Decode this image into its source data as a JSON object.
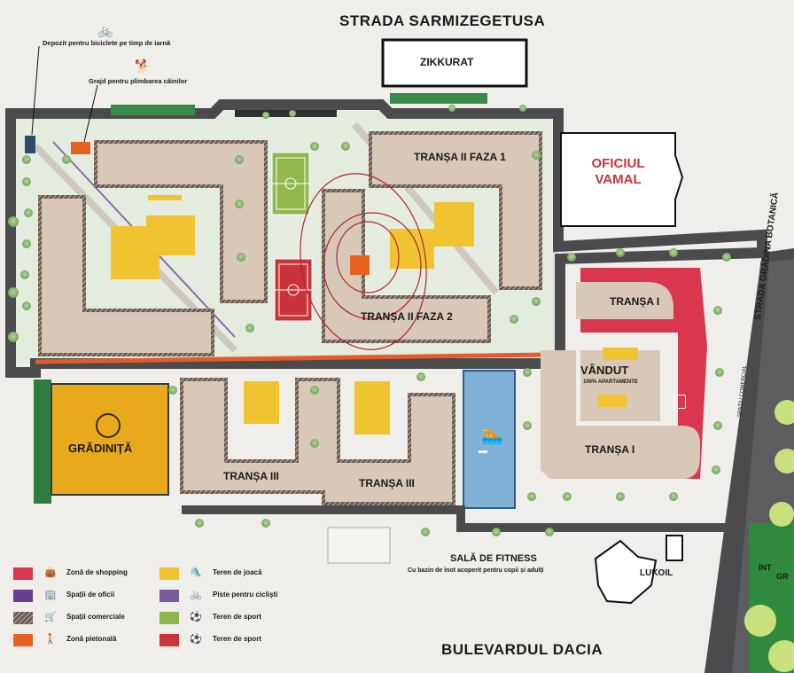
{
  "streets": {
    "north": "STRADA SARMIZEGETUSA",
    "south": "BULEVARDUL DACIA",
    "east": "STRADA GRĂDINA BOTANICĂ",
    "service": "SPAȚIU COMERCIAL"
  },
  "landmarks": {
    "zikkurat": "ZIKKURAT",
    "customs": "OFICIUL VAMAL",
    "kindergarten": "GRĂDINIȚĂ",
    "lukoil": "LUKOIL",
    "fitness_title": "SALĂ DE FITNESS",
    "fitness_sub": "Cu bazin de înot acoperit pentru copii și adulți",
    "partial_right": "INT",
    "partial_right2": "GR"
  },
  "annotations": {
    "bike_storage": "Depozit pentru biciclete pe timp de iarnă",
    "dog_shelter": "Grajd pentru plimbarea câinilor"
  },
  "buildings": {
    "phase2_1": "TRANȘA II FAZA 1",
    "phase2_2": "TRANȘA II FAZA 2",
    "tranche1_top": "TRANȘA I",
    "tranche1_bottom": "TRANȘA I",
    "tranche3_left": "TRANȘA III",
    "tranche3_right": "TRANȘA III",
    "sold": "VÂNDUT",
    "sold_sub": "100% APARTAMENTE"
  },
  "legend": [
    {
      "label": "Zonă de shopping",
      "color": "#d9374d",
      "icon": "shopping-bag-icon"
    },
    {
      "label": "Spații de oficii",
      "color": "#6b3d8f",
      "icon": "office-icon"
    },
    {
      "label": "Spații comerciale",
      "color": "#5a4a45",
      "icon": "cart-icon"
    },
    {
      "label": "Zonă pietonală",
      "color": "#e8621f",
      "icon": "pedestrian-icon"
    },
    {
      "label": "Teren de joacă",
      "color": "#f0c431",
      "icon": "playground-icon"
    },
    {
      "label": "Piste pentru cicliști",
      "color": "#7a5a9e",
      "icon": "bicycle-icon"
    },
    {
      "label": "Teren de sport",
      "color": "#8fb64a",
      "icon": "football-icon"
    },
    {
      "label": "Teren de sport",
      "color": "#c8343a",
      "icon": "football-icon"
    }
  ],
  "colors": {
    "building": "#d7c7b6",
    "road": "#4a4a4a",
    "playground": "#f0c431",
    "shopping": "#d9374d",
    "green": "#8cc084",
    "kindergarten": "#e9a91c",
    "pool": "#7fb0d6"
  }
}
